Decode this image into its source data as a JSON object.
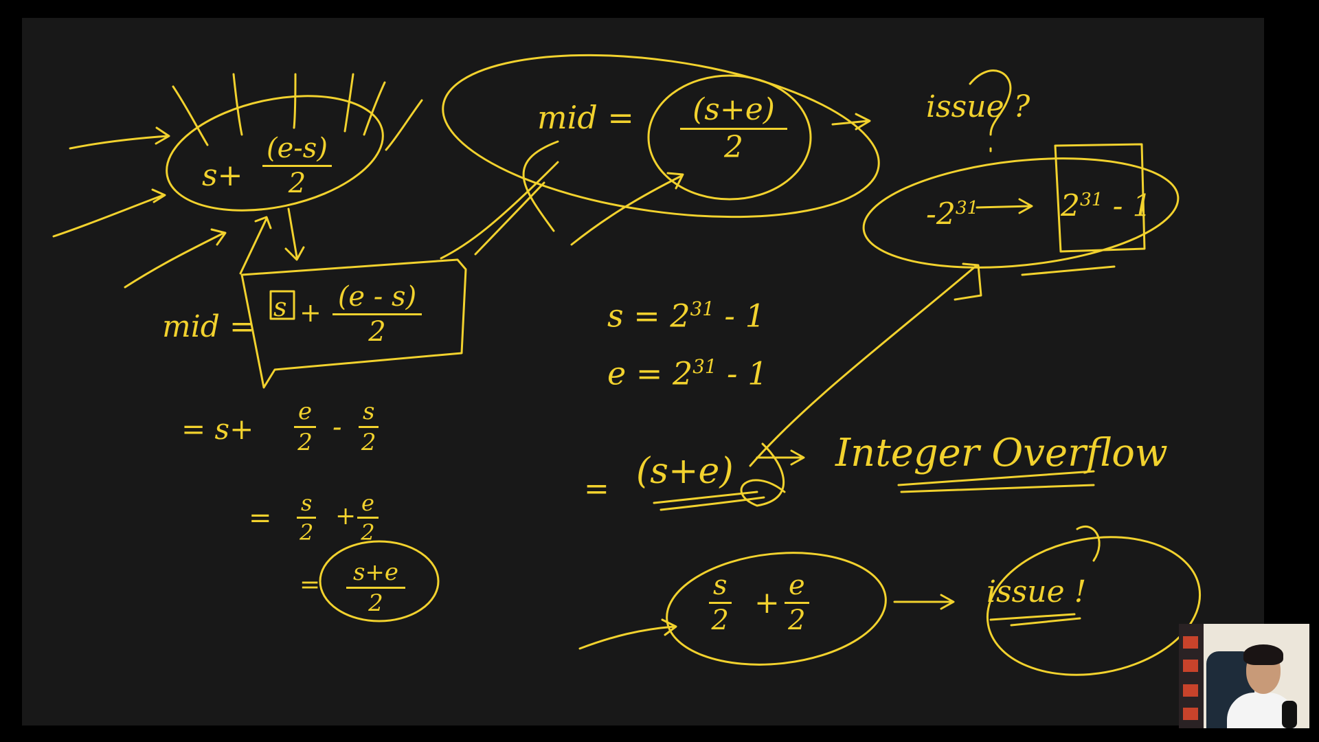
{
  "board": {
    "background": "#181818",
    "ink_color": "#f2d22e",
    "top_left": {
      "formula_s": "s+",
      "formula_num": "(e-s)",
      "formula_den": "2"
    },
    "top_middle": {
      "mid_label": "mid =",
      "frac_num": "(s+e)",
      "frac_den": "2"
    },
    "top_right": {
      "issue_label": "issue ?",
      "range_left": "-2",
      "range_left_exp": "31",
      "range_right": "2",
      "range_right_exp": "31",
      "range_right_tail": "- 1"
    },
    "boxed": {
      "mid_label": "mid =",
      "s_boxed": "s",
      "plus": "+",
      "frac_num": "(e - s)",
      "frac_den": "2"
    },
    "values": {
      "s_line": "s = 2",
      "s_exp": "31",
      "s_tail": "- 1",
      "e_line": "e = 2",
      "e_exp": "31",
      "e_tail": "- 1"
    },
    "derivation": {
      "line1_prefix": "= s+",
      "line1_num1": "e",
      "line1_den1": "2",
      "line1_minus": "-",
      "line1_num2": "s",
      "line1_den2": "2",
      "line2_prefix": "=",
      "line2_num1": "s",
      "line2_den1": "2",
      "line2_plus": "+",
      "line2_num2": "e",
      "line2_den2": "2",
      "line3_prefix": "=",
      "line3_num": "s+e",
      "line3_den": "2"
    },
    "overflow": {
      "prefix": "=",
      "expr": "(s+e)",
      "label": "Integer Overflow"
    },
    "bottom": {
      "num1": "s",
      "den1": "2",
      "plus": "+",
      "num2": "e",
      "den2": "2",
      "issue_label": "issue !"
    }
  },
  "webcam": {
    "icon": "presenter-video"
  }
}
